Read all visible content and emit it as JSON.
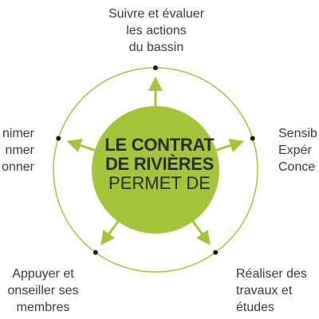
{
  "colors": {
    "accent": "#a4c43a",
    "text": "#3a3a3a",
    "center_text": "#2b2b2b",
    "dot": "#1a1a1a"
  },
  "center": {
    "line1": "LE CONTRAT",
    "line2": "DE RIVIÈRES",
    "line3": "PERMET DE"
  },
  "nodes": [
    {
      "id": "top",
      "lines": [
        "Suivre et évaluer",
        "les actions",
        "du bassin"
      ]
    },
    {
      "id": "right",
      "lines": [
        "Sensib",
        "Expér",
        "Conce"
      ]
    },
    {
      "id": "bottom-right",
      "lines": [
        "Réaliser des",
        "travaux et",
        "études"
      ]
    },
    {
      "id": "bottom-left",
      "lines": [
        "Appuyer et",
        "onseiller ses",
        "membres"
      ]
    },
    {
      "id": "left",
      "lines": [
        "nimer",
        "nmer",
        "onner"
      ]
    }
  ]
}
